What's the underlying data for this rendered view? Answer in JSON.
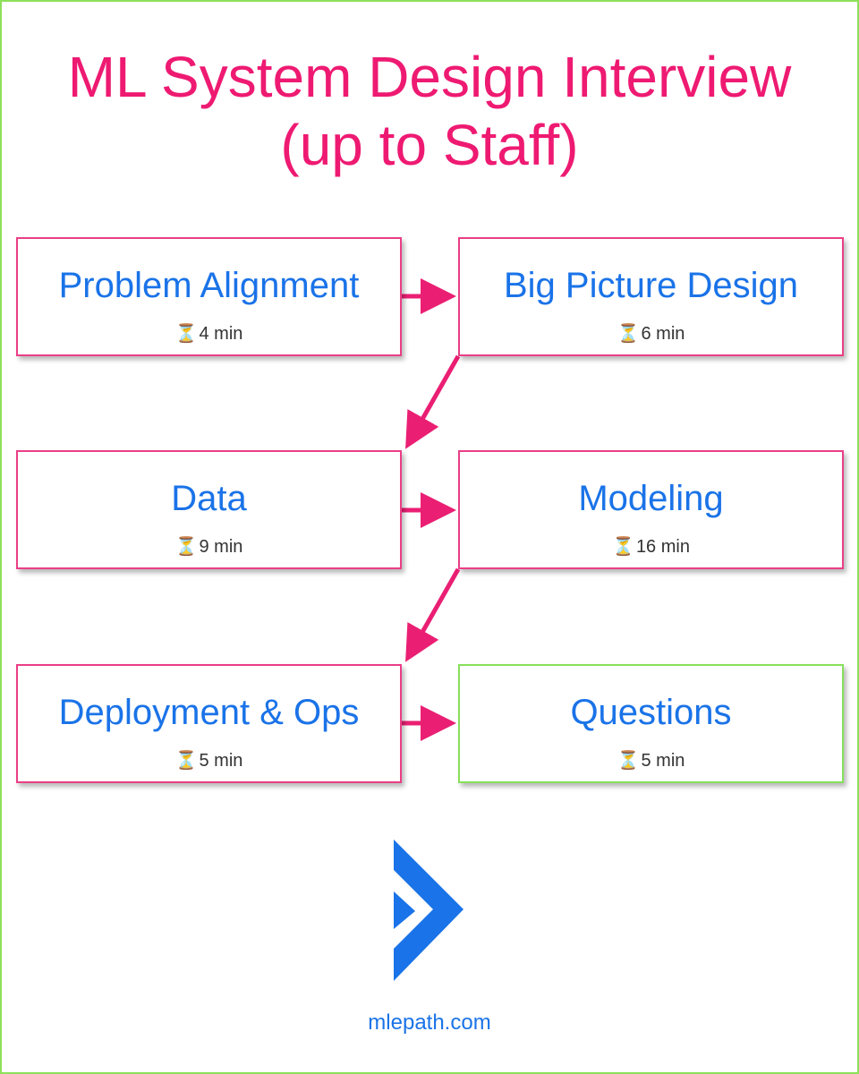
{
  "title": {
    "line1": "ML System Design Interview",
    "line2": "(up to Staff)"
  },
  "steps": [
    {
      "label": "Problem Alignment",
      "time": "4 min"
    },
    {
      "label": "Big Picture Design",
      "time": "6 min"
    },
    {
      "label": "Data",
      "time": "9 min"
    },
    {
      "label": "Modeling",
      "time": "16 min"
    },
    {
      "label": "Deployment & Ops",
      "time": "5 min"
    },
    {
      "label": "Questions",
      "time": "5 min"
    }
  ],
  "icons": {
    "timer": "hourglass-icon",
    "logo": "mlepath-chevron-logo"
  },
  "colors": {
    "title": "#ee1a72",
    "box_border": "#ea3e86",
    "final_border": "#86e05a",
    "label": "#1a73e8",
    "arrow": "#ea1f73"
  },
  "footer": {
    "site": "mlepath.com"
  }
}
